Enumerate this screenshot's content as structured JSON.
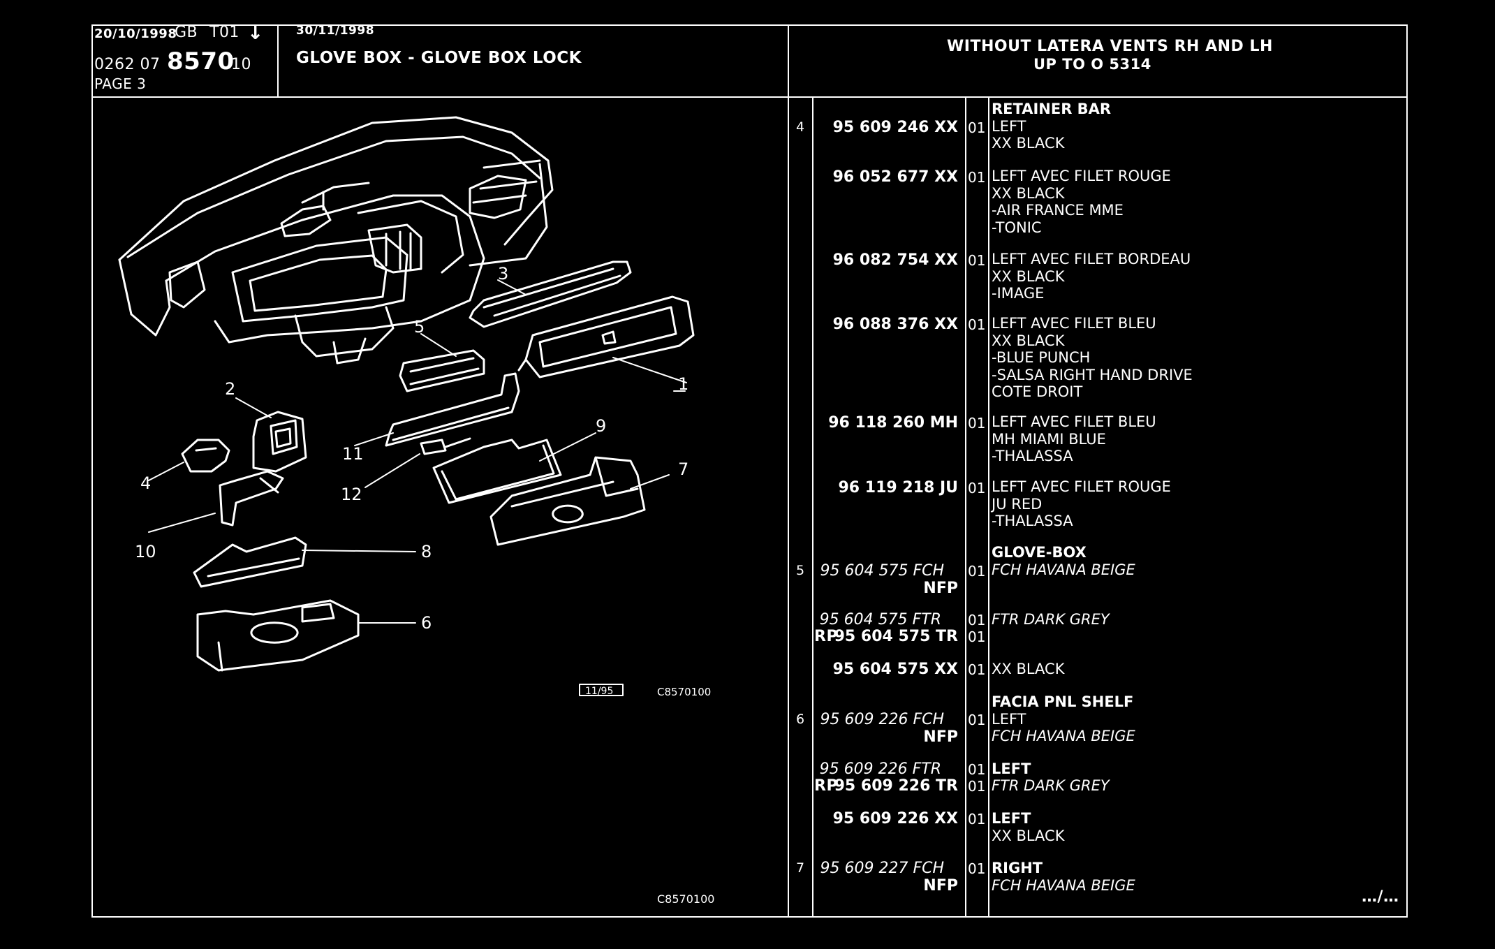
{
  "header": {
    "date_left": "20/10/1998",
    "lang": "GB",
    "tag": "T01",
    "tag_mark": "↓",
    "code_prefix": "0262 07",
    "code_main": "8570",
    "code_suffix": "10",
    "page": "PAGE 3",
    "date_right": "30/11/1998",
    "title": "GLOVE BOX - GLOVE BOX LOCK",
    "condition_line1": "WITHOUT LATERA VENTS RH AND LH",
    "condition_line2": "UP  TO O      5314"
  },
  "diagram": {
    "icon": "exploded-dashboard-diagram",
    "callouts": [
      "1",
      "2",
      "3",
      "4",
      "5",
      "6",
      "7",
      "8",
      "9",
      "10",
      "11",
      "12"
    ],
    "stamp": "11/95",
    "ref_top": "C8570100",
    "ref_bottom": "C8570100"
  },
  "parts": [
    {
      "index": "4",
      "prefix": "",
      "code": "95 609 246 XX",
      "qty": "01",
      "lines": [
        {
          "t": "RETAINER BAR",
          "h": true
        },
        {
          "t": "LEFT"
        },
        {
          "t": "XX BLACK"
        }
      ]
    },
    {
      "index": "",
      "prefix": "",
      "code": "96 052 677 XX",
      "qty": "01",
      "lines": [
        {
          "t": "LEFT AVEC FILET ROUGE"
        },
        {
          "t": "XX BLACK"
        },
        {
          "t": "-AIR FRANCE MME"
        },
        {
          "t": "-TONIC"
        }
      ]
    },
    {
      "index": "",
      "prefix": "",
      "code": "96 082 754 XX",
      "qty": "01",
      "lines": [
        {
          "t": "LEFT AVEC FILET BORDEAU"
        },
        {
          "t": "XX BLACK"
        },
        {
          "t": "-IMAGE"
        }
      ]
    },
    {
      "index": "",
      "prefix": "",
      "code": "96 088 376 XX",
      "qty": "01",
      "lines": [
        {
          "t": "LEFT AVEC FILET BLEU"
        },
        {
          "t": "XX BLACK"
        },
        {
          "t": "-BLUE PUNCH"
        },
        {
          "t": "-SALSA RIGHT HAND DRIVE"
        },
        {
          "t": "COTE DROIT"
        }
      ]
    },
    {
      "index": "",
      "prefix": "",
      "code": "96 118 260 MH",
      "qty": "01",
      "lines": [
        {
          "t": "LEFT AVEC FILET BLEU"
        },
        {
          "t": "MH MIAMI BLUE"
        },
        {
          "t": "-THALASSA"
        }
      ]
    },
    {
      "index": "",
      "prefix": "",
      "code": "96 119 218 JU",
      "qty": "01",
      "lines": [
        {
          "t": "LEFT AVEC FILET ROUGE"
        },
        {
          "t": "JU RED"
        },
        {
          "t": "-THALASSA"
        }
      ]
    },
    {
      "index": "5",
      "prefix": "",
      "code": "95 604 575 FCH",
      "note": "NFP",
      "qty": "01",
      "italic": true,
      "lines": [
        {
          "t": "GLOVE-BOX",
          "h": true
        },
        {
          "t": "FCH HAVANA BEIGE",
          "i": true
        }
      ]
    },
    {
      "index": "",
      "prefix": "",
      "code": "95 604 575 FTR",
      "qty": "01",
      "italic": true,
      "lines": [
        {
          "t": "FTR DARK GREY",
          "i": true
        }
      ]
    },
    {
      "index": "",
      "prefix": "RP",
      "code": "95 604 575 TR",
      "qty": "01",
      "lines": []
    },
    {
      "index": "",
      "prefix": "",
      "code": "95 604 575 XX",
      "qty": "01",
      "lines": [
        {
          "t": "XX BLACK"
        }
      ]
    },
    {
      "index": "6",
      "prefix": "",
      "code": "95 609 226 FCH",
      "note": "NFP",
      "qty": "01",
      "italic": true,
      "lines": [
        {
          "t": "FACIA PNL SHELF",
          "h": true
        },
        {
          "t": "LEFT"
        },
        {
          "t": "FCH HAVANA BEIGE",
          "i": true
        }
      ]
    },
    {
      "index": "",
      "prefix": "",
      "code": "95 609 226 FTR",
      "qty": "01",
      "italic": true,
      "lines": [
        {
          "t": "LEFT"
        }
      ]
    },
    {
      "index": "",
      "prefix": "RP",
      "code": "95 609 226 TR",
      "qty": "01",
      "lines": [
        {
          "t": "FTR DARK GREY",
          "i": true
        }
      ]
    },
    {
      "index": "",
      "prefix": "",
      "code": "95 609 226 XX",
      "qty": "01",
      "lines": [
        {
          "t": "LEFT"
        },
        {
          "t": "XX BLACK"
        }
      ]
    },
    {
      "index": "7",
      "prefix": "",
      "code": "95 609 227 FCH",
      "note": "NFP",
      "qty": "01",
      "italic": true,
      "lines": [
        {
          "t": "RIGHT"
        },
        {
          "t": "FCH HAVANA BEIGE",
          "i": true
        }
      ]
    }
  ],
  "footer": {
    "continued": "…/…"
  }
}
